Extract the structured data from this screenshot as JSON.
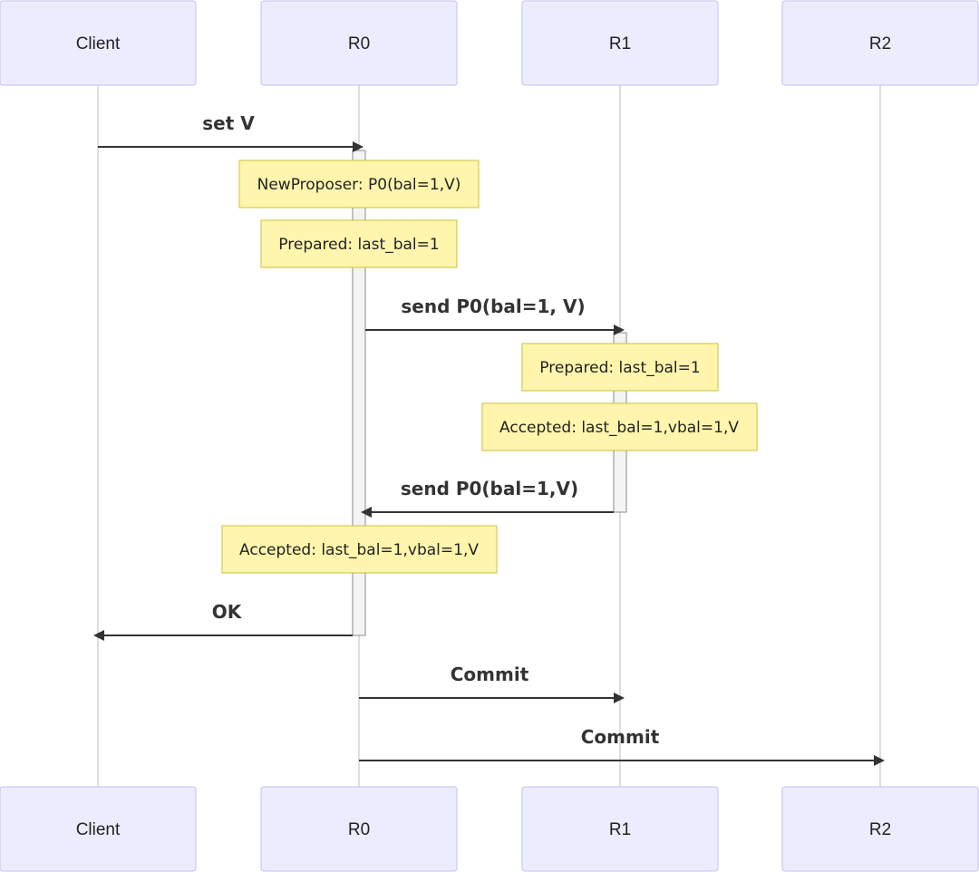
{
  "participants": [
    "Client",
    "R0",
    "R1",
    "R2"
  ],
  "messages": [
    {
      "from": 0,
      "to": 1,
      "label": "set V"
    },
    {
      "from": 1,
      "to": 2,
      "label": "send P0(bal=1, V)"
    },
    {
      "from": 2,
      "to": 1,
      "label": "send P0(bal=1,V)"
    },
    {
      "from": 1,
      "to": 0,
      "label": "OK"
    },
    {
      "from": 1,
      "to": 2,
      "label": "Commit"
    },
    {
      "from": 1,
      "to": 3,
      "label": "Commit"
    }
  ],
  "notes": [
    {
      "over": 1,
      "text": "NewProposer: P0(bal=1,V)"
    },
    {
      "over": 1,
      "text": "Prepared: last_bal=1"
    },
    {
      "over": 2,
      "text": "Prepared: last_bal=1"
    },
    {
      "over": 2,
      "text": "Accepted: last_bal=1,vbal=1,V"
    },
    {
      "over": 1,
      "text": "Accepted: last_bal=1,vbal=1,V"
    }
  ],
  "colors": {
    "actor_fill": "#ececff",
    "actor_border": "#c3c0f0",
    "note_fill": "#fff5ad",
    "note_border": "#c9c238",
    "line": "#333333"
  }
}
